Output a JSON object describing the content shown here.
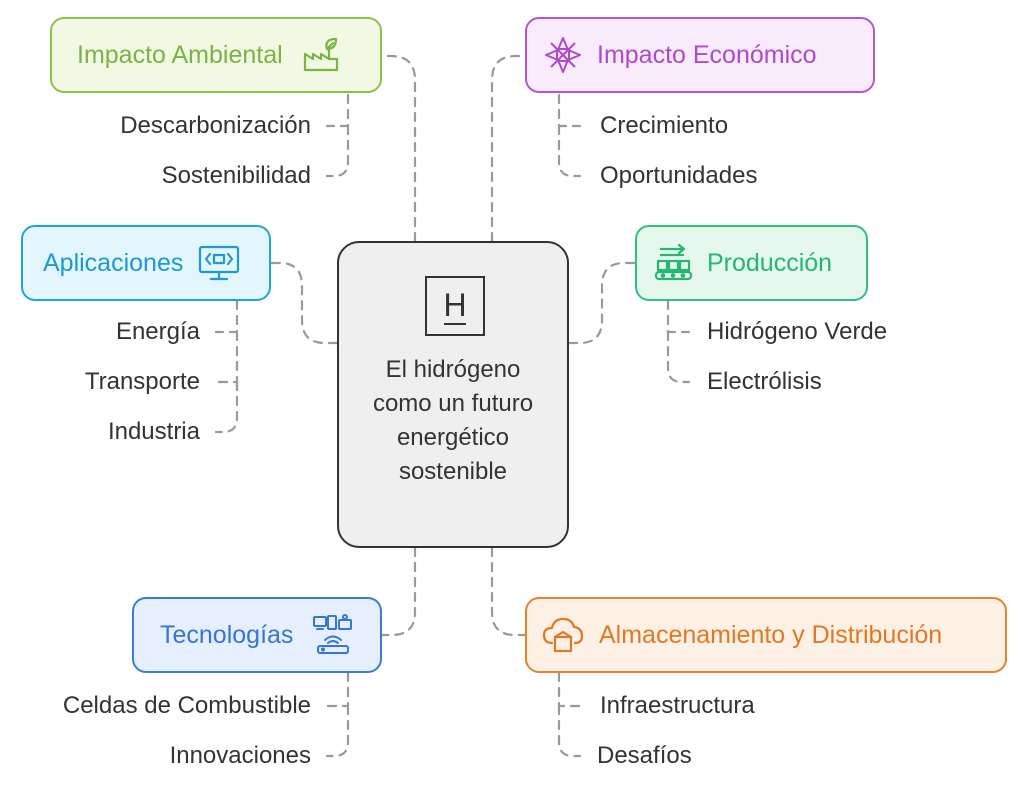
{
  "center": {
    "icon_symbol": "H",
    "icon": "hydrogen-element-icon",
    "text": "El hidrógeno como un futuro energético sostenible"
  },
  "branches": {
    "ambiental": {
      "title": "Impacto Ambiental",
      "icon": "factory-leaf-icon",
      "color": "#8bc34a",
      "bg": "#f1f8e4",
      "items": [
        "Descarbonización",
        "Sostenibilidad"
      ]
    },
    "economico": {
      "title": "Impacto Económico",
      "icon": "network-star-icon",
      "color": "#b854d4",
      "bg": "#f8ebfb",
      "items": [
        "Crecimiento",
        "Oportunidades"
      ]
    },
    "aplicaciones": {
      "title": "Aplicaciones",
      "icon": "monitor-code-icon",
      "color": "#1fa6d9",
      "bg": "#e3f5fd",
      "items": [
        "Energía",
        "Transporte",
        "Industria"
      ]
    },
    "produccion": {
      "title": "Producción",
      "icon": "conveyor-belt-icon",
      "color": "#2ec27e",
      "bg": "#e6f8ee",
      "items": [
        "Hidrógeno Verde",
        "Electrólisis"
      ]
    },
    "tecnologias": {
      "title": "Tecnologías",
      "icon": "connected-devices-icon",
      "color": "#3b7be0",
      "bg": "#e6effd",
      "items": [
        "Celdas de Combustible",
        "Innovaciones"
      ]
    },
    "almacenamiento": {
      "title": "Almacenamiento y Distribución",
      "icon": "cloud-box-icon",
      "color": "#e8822c",
      "bg": "#fdf0e4",
      "items": [
        "Infraestructura",
        "Desafíos"
      ]
    }
  }
}
